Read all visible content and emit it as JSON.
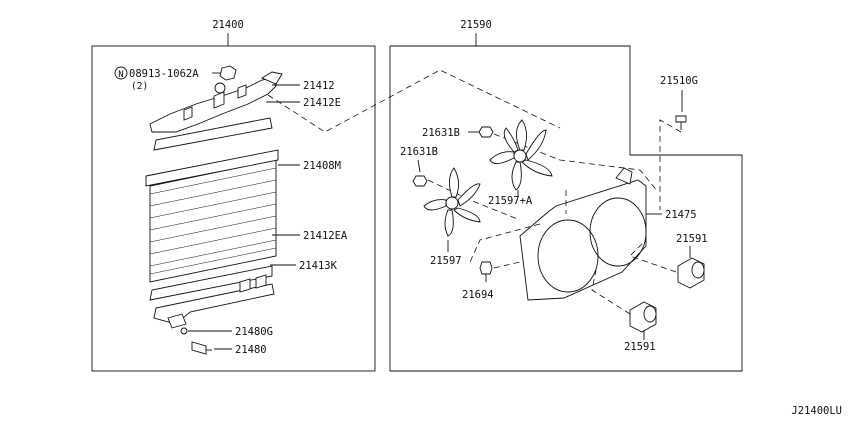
{
  "diagram": {
    "left_assembly": {
      "group_number": "21400",
      "parts": {
        "nut_ref": "08913-1062A",
        "nut_marker": "N",
        "nut_qty": "(2)",
        "upper_bracket": "21412",
        "upper_seal": "21412E",
        "radiator_core": "21408M",
        "lower_seal": "21412EA",
        "lower_mount": "21413K",
        "drain_gasket": "21480G",
        "drain_cock": "21480"
      }
    },
    "right_assembly": {
      "group_number": "21590",
      "parts": {
        "bolt_top": "21510G",
        "bolt_upper": "21631B",
        "bolt_left": "21631B",
        "fan_upper": "21597+A",
        "fan_lower": "21597",
        "shroud": "21475",
        "screw": "21694",
        "motor_right": "21591",
        "motor_bottom": "21591"
      }
    },
    "figure_code": "J21400LU"
  }
}
